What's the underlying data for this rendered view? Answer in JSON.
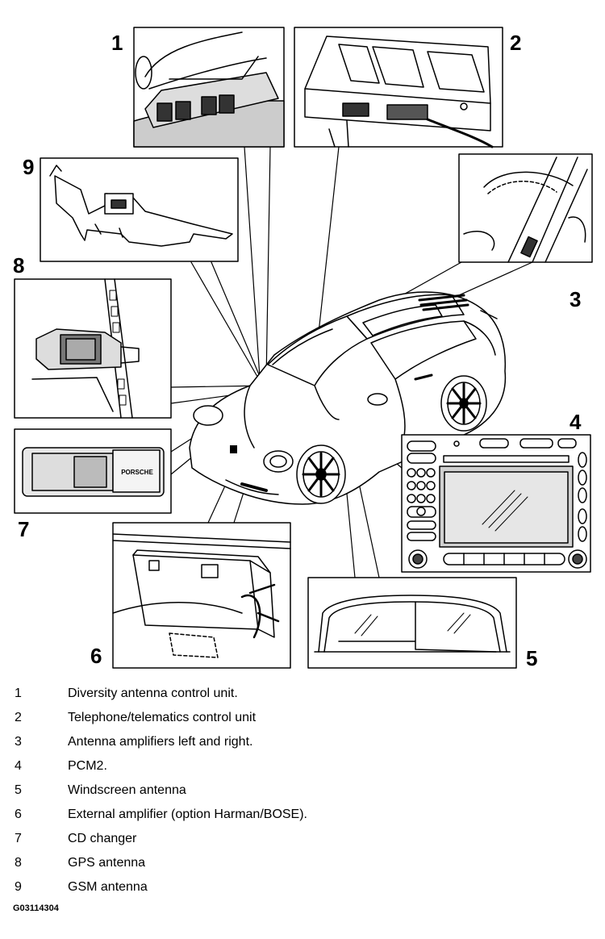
{
  "callouts": [
    {
      "num": "1"
    },
    {
      "num": "2"
    },
    {
      "num": "3"
    },
    {
      "num": "4"
    },
    {
      "num": "5"
    },
    {
      "num": "6"
    },
    {
      "num": "7"
    },
    {
      "num": "8"
    },
    {
      "num": "9"
    }
  ],
  "cd_brand": "PORSCHE",
  "legend": [
    {
      "num": "1",
      "text": "Diversity antenna control unit."
    },
    {
      "num": "2",
      "text": "Telephone/telematics control unit"
    },
    {
      "num": "3",
      "text": "Antenna amplifiers left and right."
    },
    {
      "num": "4",
      "text": "PCM2."
    },
    {
      "num": "5",
      "text": "Windscreen antenna"
    },
    {
      "num": "6",
      "text": "External amplifier (option Harman/BOSE)."
    },
    {
      "num": "7",
      "text": "CD changer"
    },
    {
      "num": "8",
      "text": "GPS antenna"
    },
    {
      "num": "9",
      "text": "GSM antenna"
    }
  ],
  "figure_code": "G03114304"
}
